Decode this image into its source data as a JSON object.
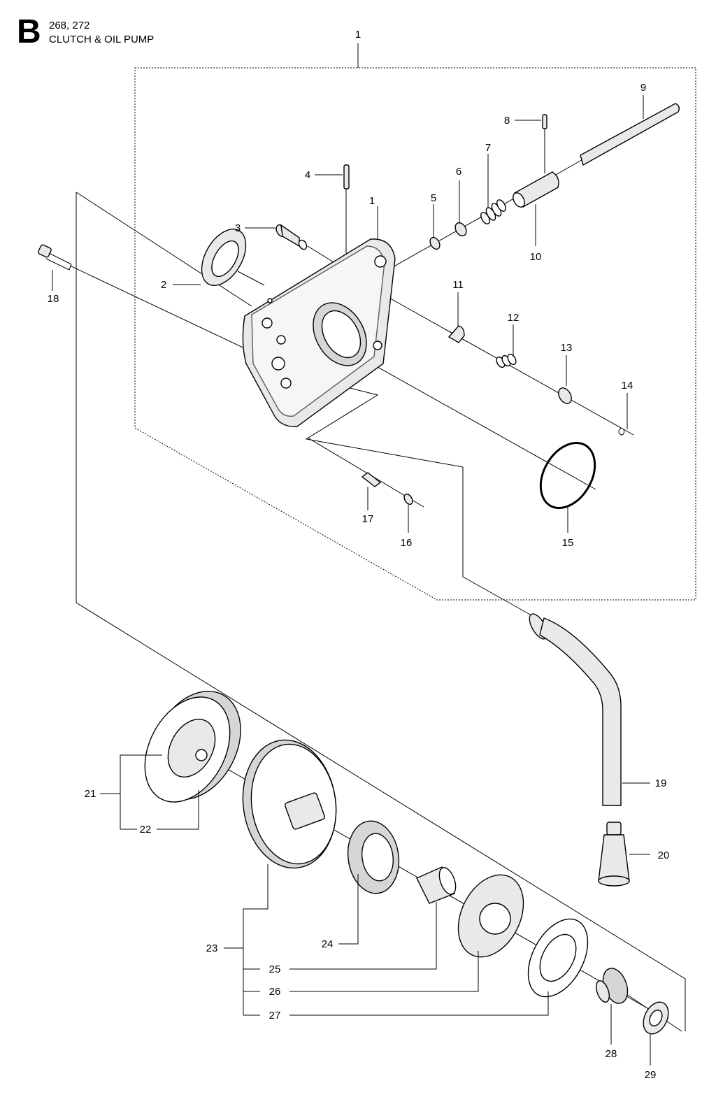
{
  "header": {
    "section_letter": "B",
    "models": "268, 272",
    "title": "CLUTCH & OIL PUMP"
  },
  "callouts": {
    "c1_top": "1",
    "c1": "1",
    "c2": "2",
    "c3": "3",
    "c4": "4",
    "c5": "5",
    "c6": "6",
    "c7": "7",
    "c8": "8",
    "c9": "9",
    "c10": "10",
    "c11": "11",
    "c12": "12",
    "c13": "13",
    "c14": "14",
    "c15": "15",
    "c16": "16",
    "c17": "17",
    "c18": "18",
    "c19": "19",
    "c20": "20",
    "c21": "21",
    "c22": "22",
    "c23": "23",
    "c24": "24",
    "c25": "25",
    "c26": "26",
    "c27": "27",
    "c28": "28",
    "c29": "29"
  }
}
